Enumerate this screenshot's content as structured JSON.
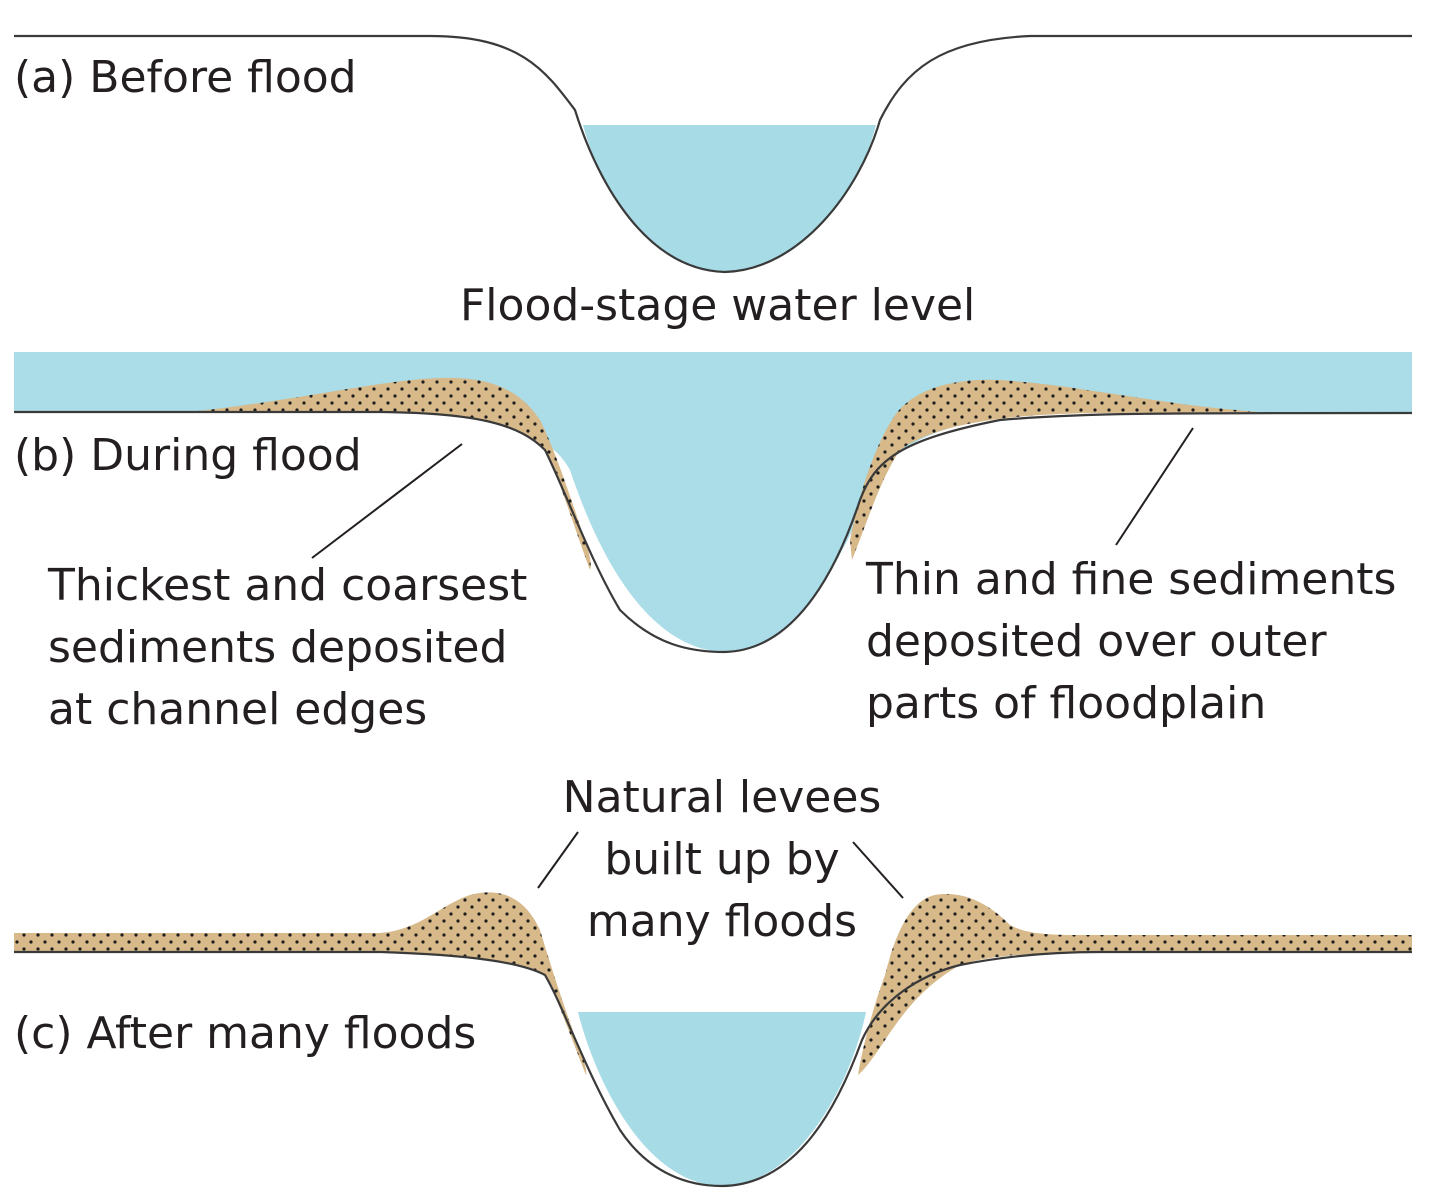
{
  "panels": {
    "a": {
      "label": "(a) Before flood"
    },
    "b": {
      "label": "(b) During flood",
      "water_level_label": "Flood-stage water level",
      "left_note": [
        "Thickest and coarsest",
        "sediments deposited",
        "at channel edges"
      ],
      "right_note": [
        "Thin and fine sediments",
        "deposited over outer",
        "parts of floodplain"
      ]
    },
    "c": {
      "label": "(c) After many floods",
      "levee_note": [
        "Natural levees",
        "built up by",
        "many floods"
      ]
    }
  },
  "colors": {
    "water": "#a7dbe6",
    "sediment": "#d7b98a",
    "outline": "#3a3a3a",
    "text": "#231f20"
  }
}
